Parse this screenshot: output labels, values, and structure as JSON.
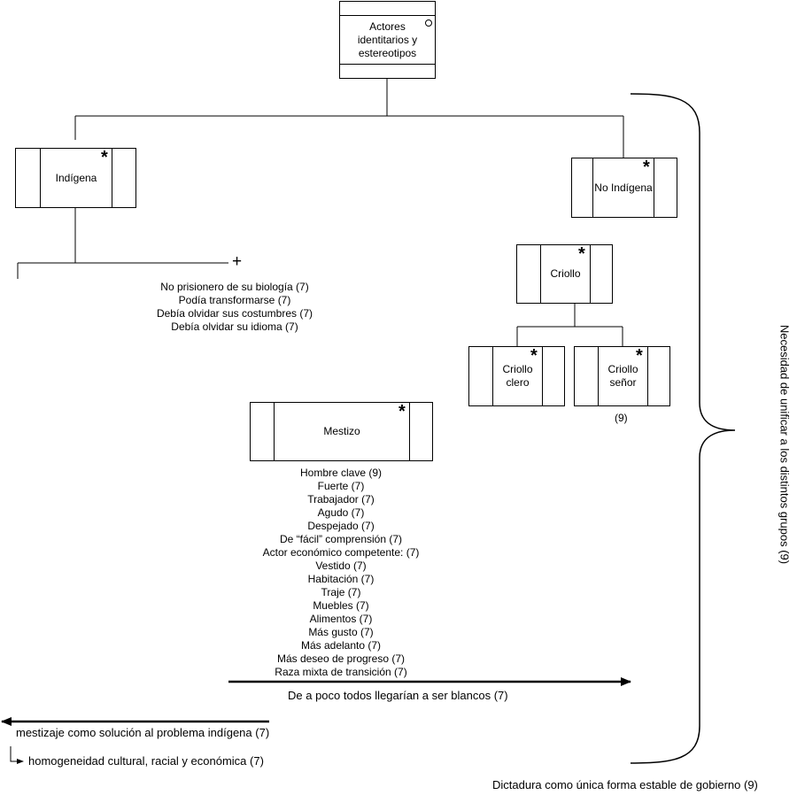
{
  "root": {
    "label": "Actores identitarios y estereotipos",
    "marker": "○"
  },
  "indigena": {
    "label": "Indígena",
    "marker": "*",
    "plus": "+",
    "notes": [
      "No prisionero de su biología (7)",
      "Podía transformarse (7)",
      "Debía olvidar sus costumbres (7)",
      "Debía olvidar su idioma (7)"
    ]
  },
  "no_indigena": {
    "label": "No Indígena",
    "marker": "*"
  },
  "criollo": {
    "label": "Criollo",
    "marker": "*"
  },
  "criollo_clero": {
    "label": "Criollo clero",
    "marker": "*"
  },
  "criollo_senor": {
    "label": "Criollo señor",
    "marker": "*",
    "note": "(9)"
  },
  "mestizo": {
    "label": "Mestizo",
    "marker": "*",
    "notes": [
      "Hombre clave (9)",
      "Fuerte (7)",
      "Trabajador (7)",
      "Agudo (7)",
      "Despejado (7)",
      "De “fácil” comprensión (7)",
      "Actor económico competente: (7)",
      "Vestido (7)",
      "Habitación (7)",
      "Traje (7)",
      "Muebles (7)",
      "Alimentos (7)",
      "Más gusto (7)",
      "Más adelanto (7)",
      "Más deseo de progreso (7)",
      "Raza mixta de transición (7)"
    ]
  },
  "arrows": {
    "blancos": "De a poco todos llegarían a ser blancos (7)",
    "mestizaje": "mestizaje como solución al problema indígena (7)",
    "homogeneidad": "homogeneidad cultural, racial y económica (7)"
  },
  "brace_label": "Necesidad de unificar a los distintos grupos (9)",
  "dictadura": "Dictadura como única forma estable de gobierno (9)"
}
